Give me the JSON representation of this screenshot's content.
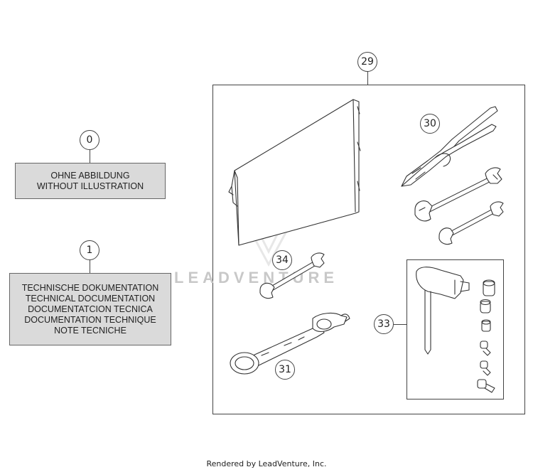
{
  "callouts": {
    "c0": "0",
    "c1": "1",
    "c29": "29",
    "c30": "30",
    "c31": "31",
    "c33": "33",
    "c34": "34"
  },
  "box_without_illustration": {
    "line1": "OHNE ABBILDUNG",
    "line2": "WITHOUT ILLUSTRATION"
  },
  "box_documentation": {
    "line1": "TECHNISCHE DOKUMENTATION",
    "line2": "TECHNICAL DOCUMENTATION",
    "line3": "DOCUMENTATCION TECNICA",
    "line4": "DOCUMENTATION TECHNIQUE",
    "line5": "NOTE TECNICHE"
  },
  "watermark": "LEADVENTURE",
  "footer": "Rendered by LeadVenture, Inc.",
  "icons": [
    "tool-pouch-icon",
    "pliers-icon",
    "open-end-wrench-icon",
    "combination-wrench-icon",
    "t-handle-hex-key-icon",
    "hex-bit-socket-icon",
    "flame-logo-icon"
  ]
}
